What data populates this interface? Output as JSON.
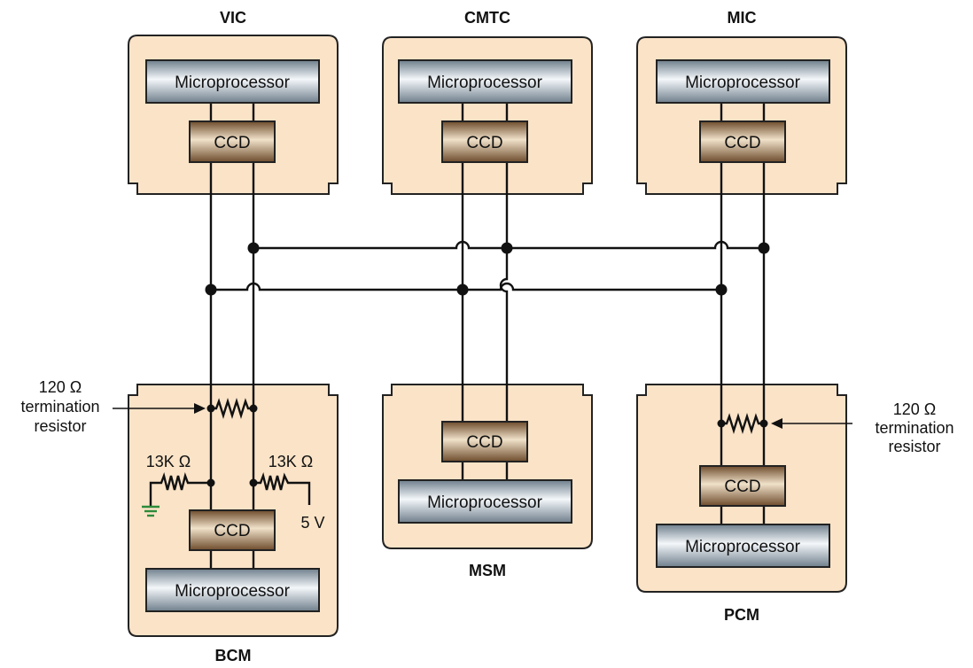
{
  "modules": {
    "vic": {
      "title": "VIC",
      "upper": "Microprocessor",
      "lower": "CCD"
    },
    "cmtc": {
      "title": "CMTC",
      "upper": "Microprocessor",
      "lower": "CCD"
    },
    "mic": {
      "title": "MIC",
      "upper": "Microprocessor",
      "lower": "CCD"
    },
    "bcm": {
      "title": "BCM",
      "ccd": "CCD",
      "micro": "Microprocessor"
    },
    "msm": {
      "title": "MSM",
      "ccd": "CCD",
      "micro": "Microprocessor"
    },
    "pcm": {
      "title": "PCM",
      "ccd": "CCD",
      "micro": "Microprocessor"
    }
  },
  "labels": {
    "left_resistor": [
      "120 Ω",
      "termination",
      "resistor"
    ],
    "right_resistor": [
      "120 Ω",
      "termination",
      "resistor"
    ],
    "pullup_left": "13K Ω",
    "pullup_right": "13K Ω",
    "supply": "5 V"
  },
  "colors": {
    "module_fill": "#fae3c7",
    "micro_fill": "#a9b5bf",
    "ccd_fill": "#a98763",
    "ground": "#2e8b3a"
  }
}
